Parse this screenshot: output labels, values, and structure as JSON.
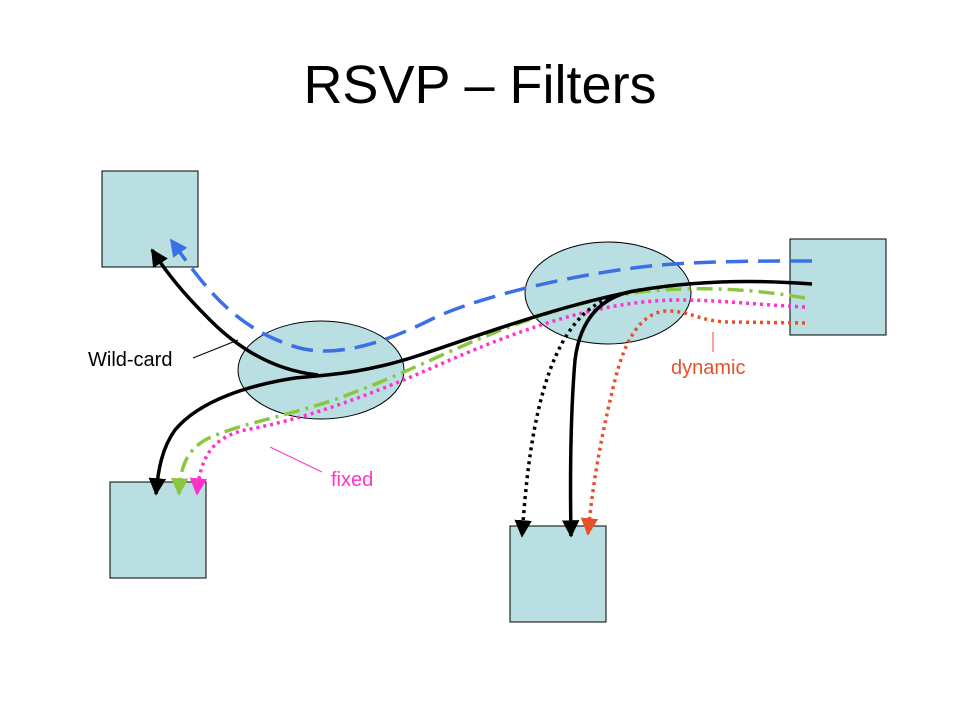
{
  "title": "RSVP – Filters",
  "labels": {
    "wildcard": "Wild-card",
    "fixed": "fixed",
    "dynamic": "dynamic"
  },
  "colors": {
    "host_fill": "#b9dfe2",
    "router_fill": "#b9dfe2",
    "wildcard": "#000000",
    "fixed": "#ff33cc",
    "dynamic": "#e8502a",
    "blue_flow": "#3a6fe8",
    "green_flow": "#8cc63f"
  }
}
